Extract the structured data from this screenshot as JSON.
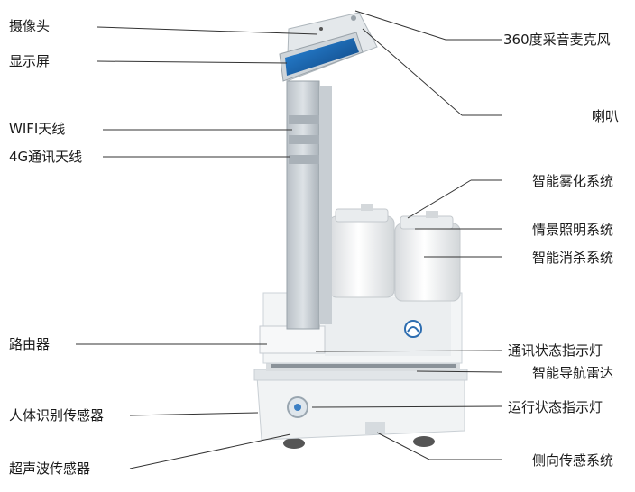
{
  "labels_left": [
    {
      "id": "camera",
      "text": "摄像头"
    },
    {
      "id": "display",
      "text": "显示屏"
    },
    {
      "id": "wifi",
      "text": "WIFI天线"
    },
    {
      "id": "antenna4g",
      "text": "4G通讯天线"
    },
    {
      "id": "router",
      "text": "路由器"
    },
    {
      "id": "body-sensor",
      "text": "人体识别传感器"
    },
    {
      "id": "ultrasonic",
      "text": "超声波传感器"
    }
  ],
  "labels_right": [
    {
      "id": "mic",
      "text": "360度采音麦克风"
    },
    {
      "id": "speaker",
      "text": "喇叭"
    },
    {
      "id": "spray",
      "text": "智能雾化系统"
    },
    {
      "id": "lighting",
      "text": "情景照明系统"
    },
    {
      "id": "disinfect",
      "text": "智能消杀系统"
    },
    {
      "id": "comm-light",
      "text": "通讯状态指示灯"
    },
    {
      "id": "radar",
      "text": "智能导航雷达"
    },
    {
      "id": "run-light",
      "text": "运行状态指示灯"
    },
    {
      "id": "side-sensor",
      "text": "侧向传感系统"
    }
  ],
  "colors": {
    "body": "#eef0f1",
    "pillar": "#cfd5da",
    "screen": "#1e6fb8",
    "accent": "#3b7fc4",
    "line": "#333333"
  }
}
